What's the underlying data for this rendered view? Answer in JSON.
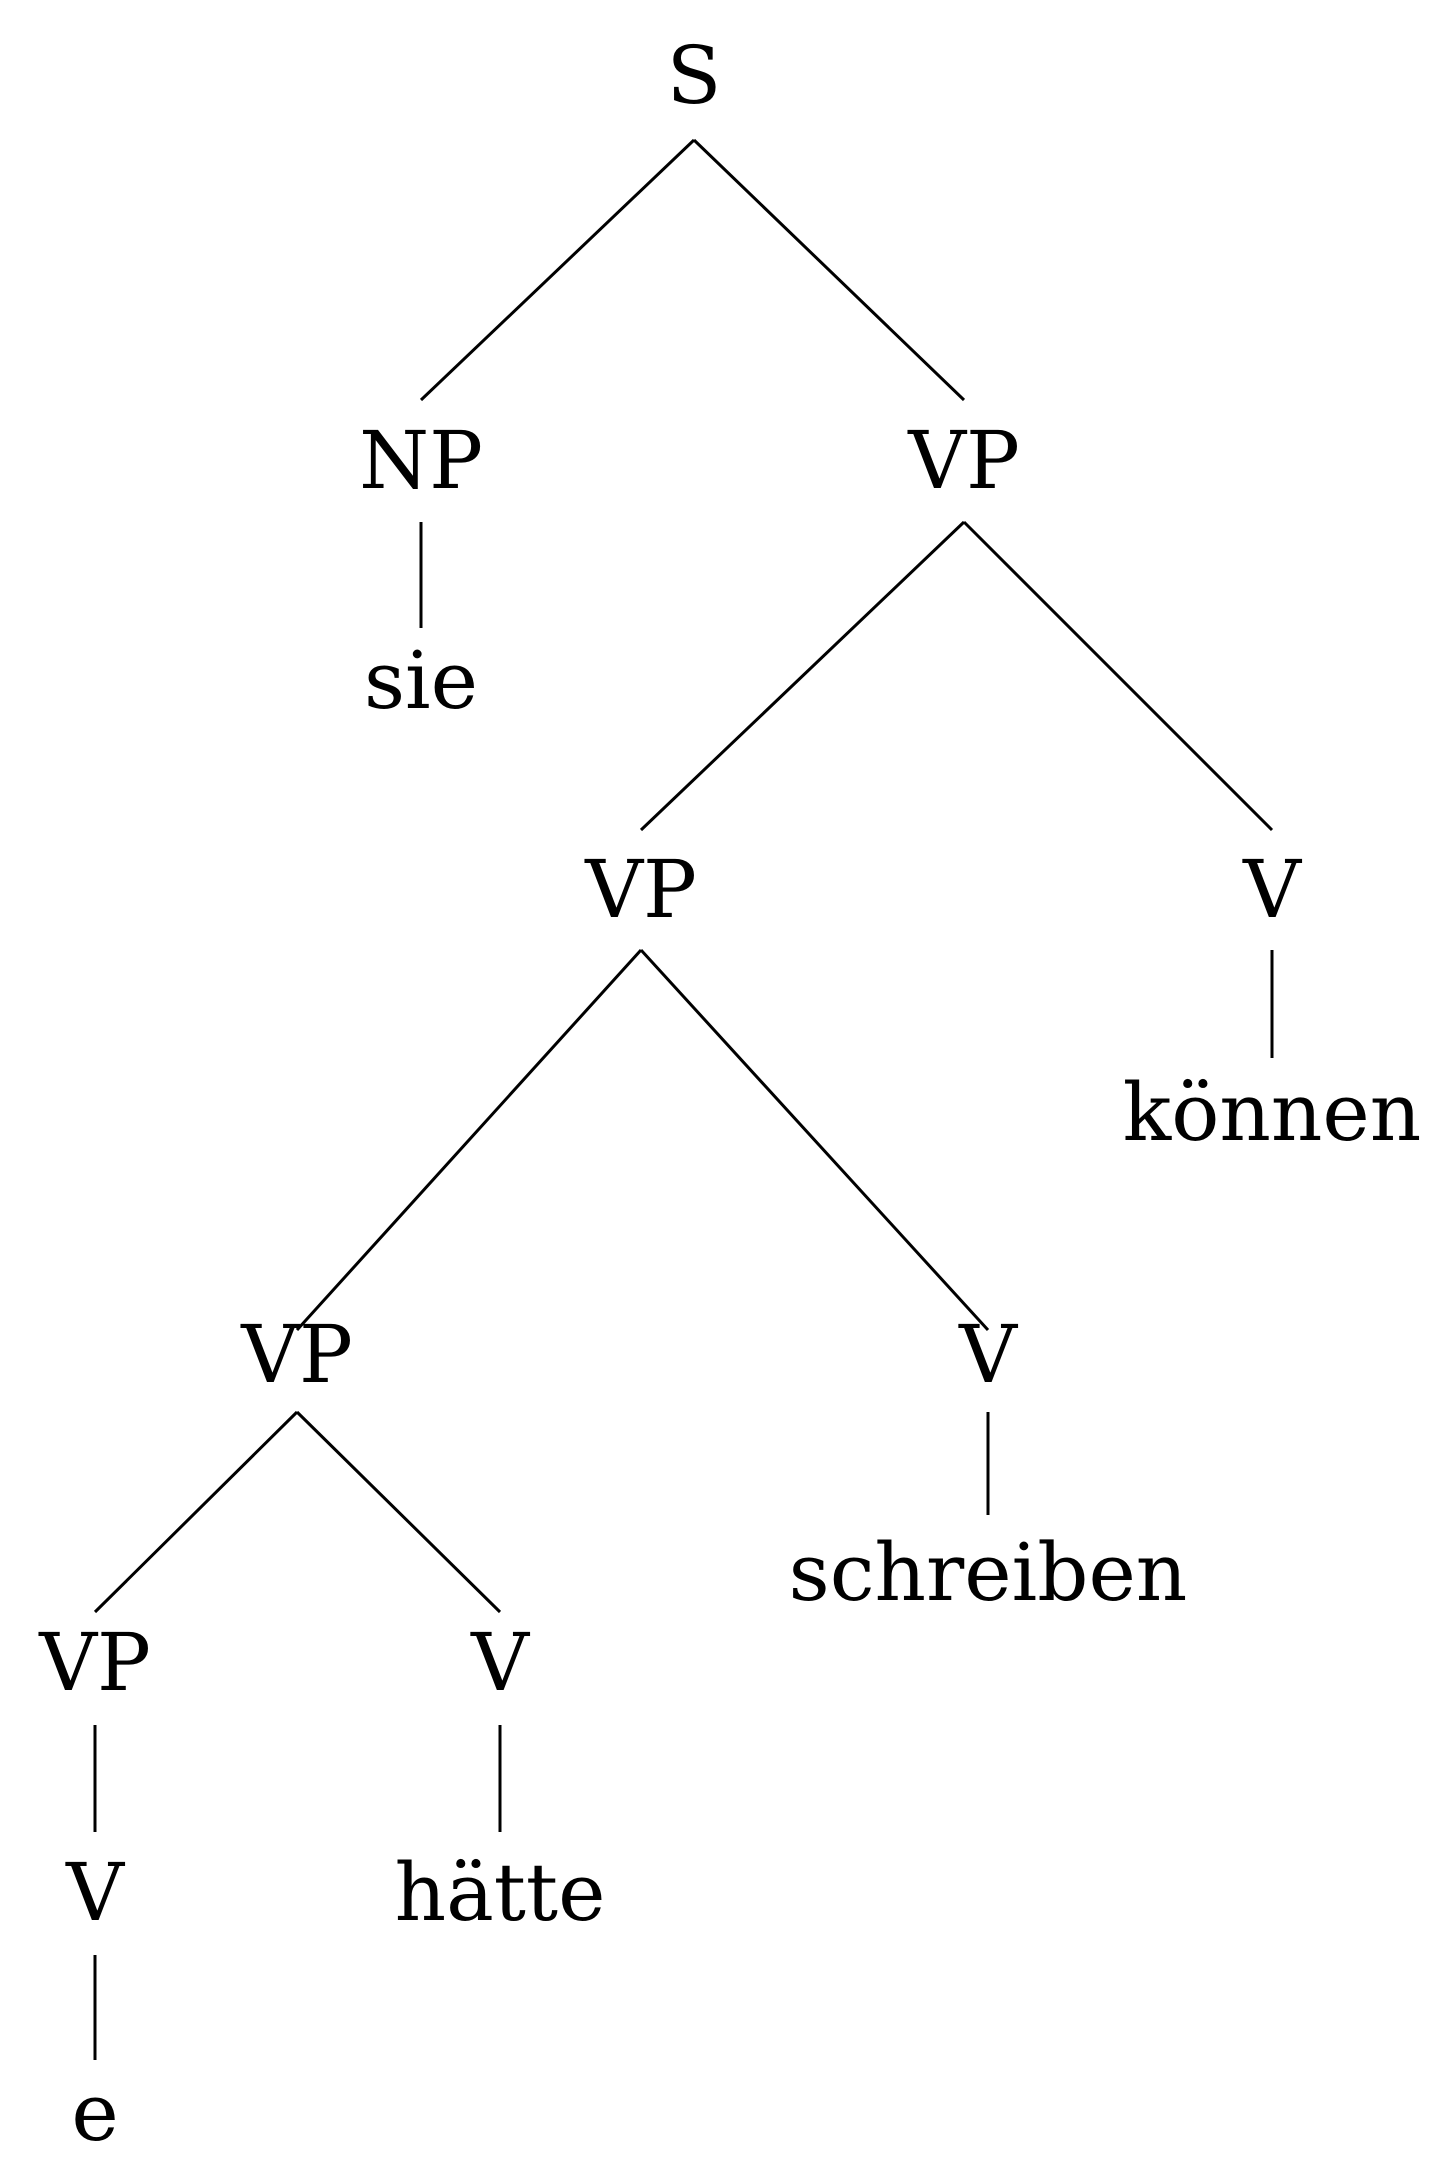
{
  "tree": {
    "label": "S",
    "children": [
      {
        "label": "NP",
        "children": [
          {
            "label": "sie"
          }
        ]
      },
      {
        "label": "VP",
        "children": [
          {
            "label": "VP",
            "children": [
              {
                "label": "VP",
                "children": [
                  {
                    "label": "VP",
                    "children": [
                      {
                        "label": "V",
                        "children": [
                          {
                            "label": "e"
                          }
                        ]
                      }
                    ]
                  },
                  {
                    "label": "V",
                    "children": [
                      {
                        "label": "hätte"
                      }
                    ]
                  }
                ]
              },
              {
                "label": "V",
                "children": [
                  {
                    "label": "schreiben"
                  }
                ]
              }
            ]
          },
          {
            "label": "V",
            "children": [
              {
                "label": "können"
              }
            ]
          }
        ]
      }
    ]
  }
}
